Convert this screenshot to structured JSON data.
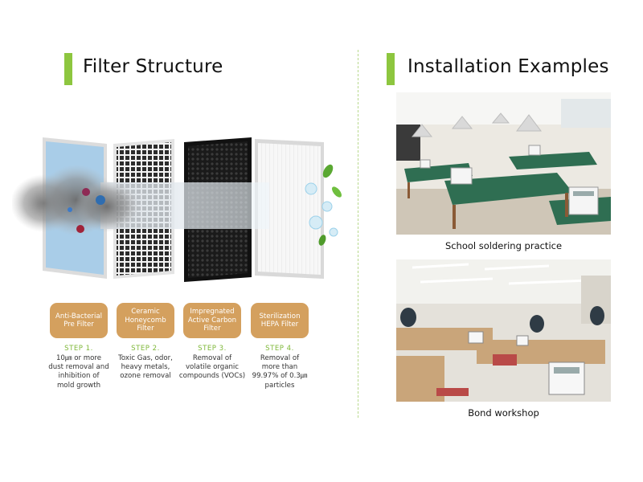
{
  "left": {
    "title": "Filter Structure",
    "filters": [
      {
        "pill": "Anti-Bacterial\nPre Filter",
        "step": "STEP 1.",
        "desc": "10㎛ or more\ndust removal and\ninhibition of\nmold growth"
      },
      {
        "pill": "Ceramic\nHoneycomb\nFilter",
        "step": "STEP 2.",
        "desc": "Toxic Gas, odor,\nheavy metals,\nozone removal"
      },
      {
        "pill": "Impregnated\nActive Carbon\nFilter",
        "step": "STEP 3.",
        "desc": "Removal of\nvolatile organic\ncompounds (VOCs)"
      },
      {
        "pill": "Sterilization\nHEPA Filter",
        "step": "STEP 4.",
        "desc": "Removal of\nmore than\n99.97% of 0.3㎛\nparticles"
      }
    ]
  },
  "right": {
    "title": "Installation Examples",
    "examples": [
      {
        "caption": "School soldering practice"
      },
      {
        "caption": "Bond workshop"
      }
    ]
  },
  "colors": {
    "accent_green": "#8dc63f",
    "pill_tan": "#d4a05e",
    "step_green": "#7fb83a"
  }
}
